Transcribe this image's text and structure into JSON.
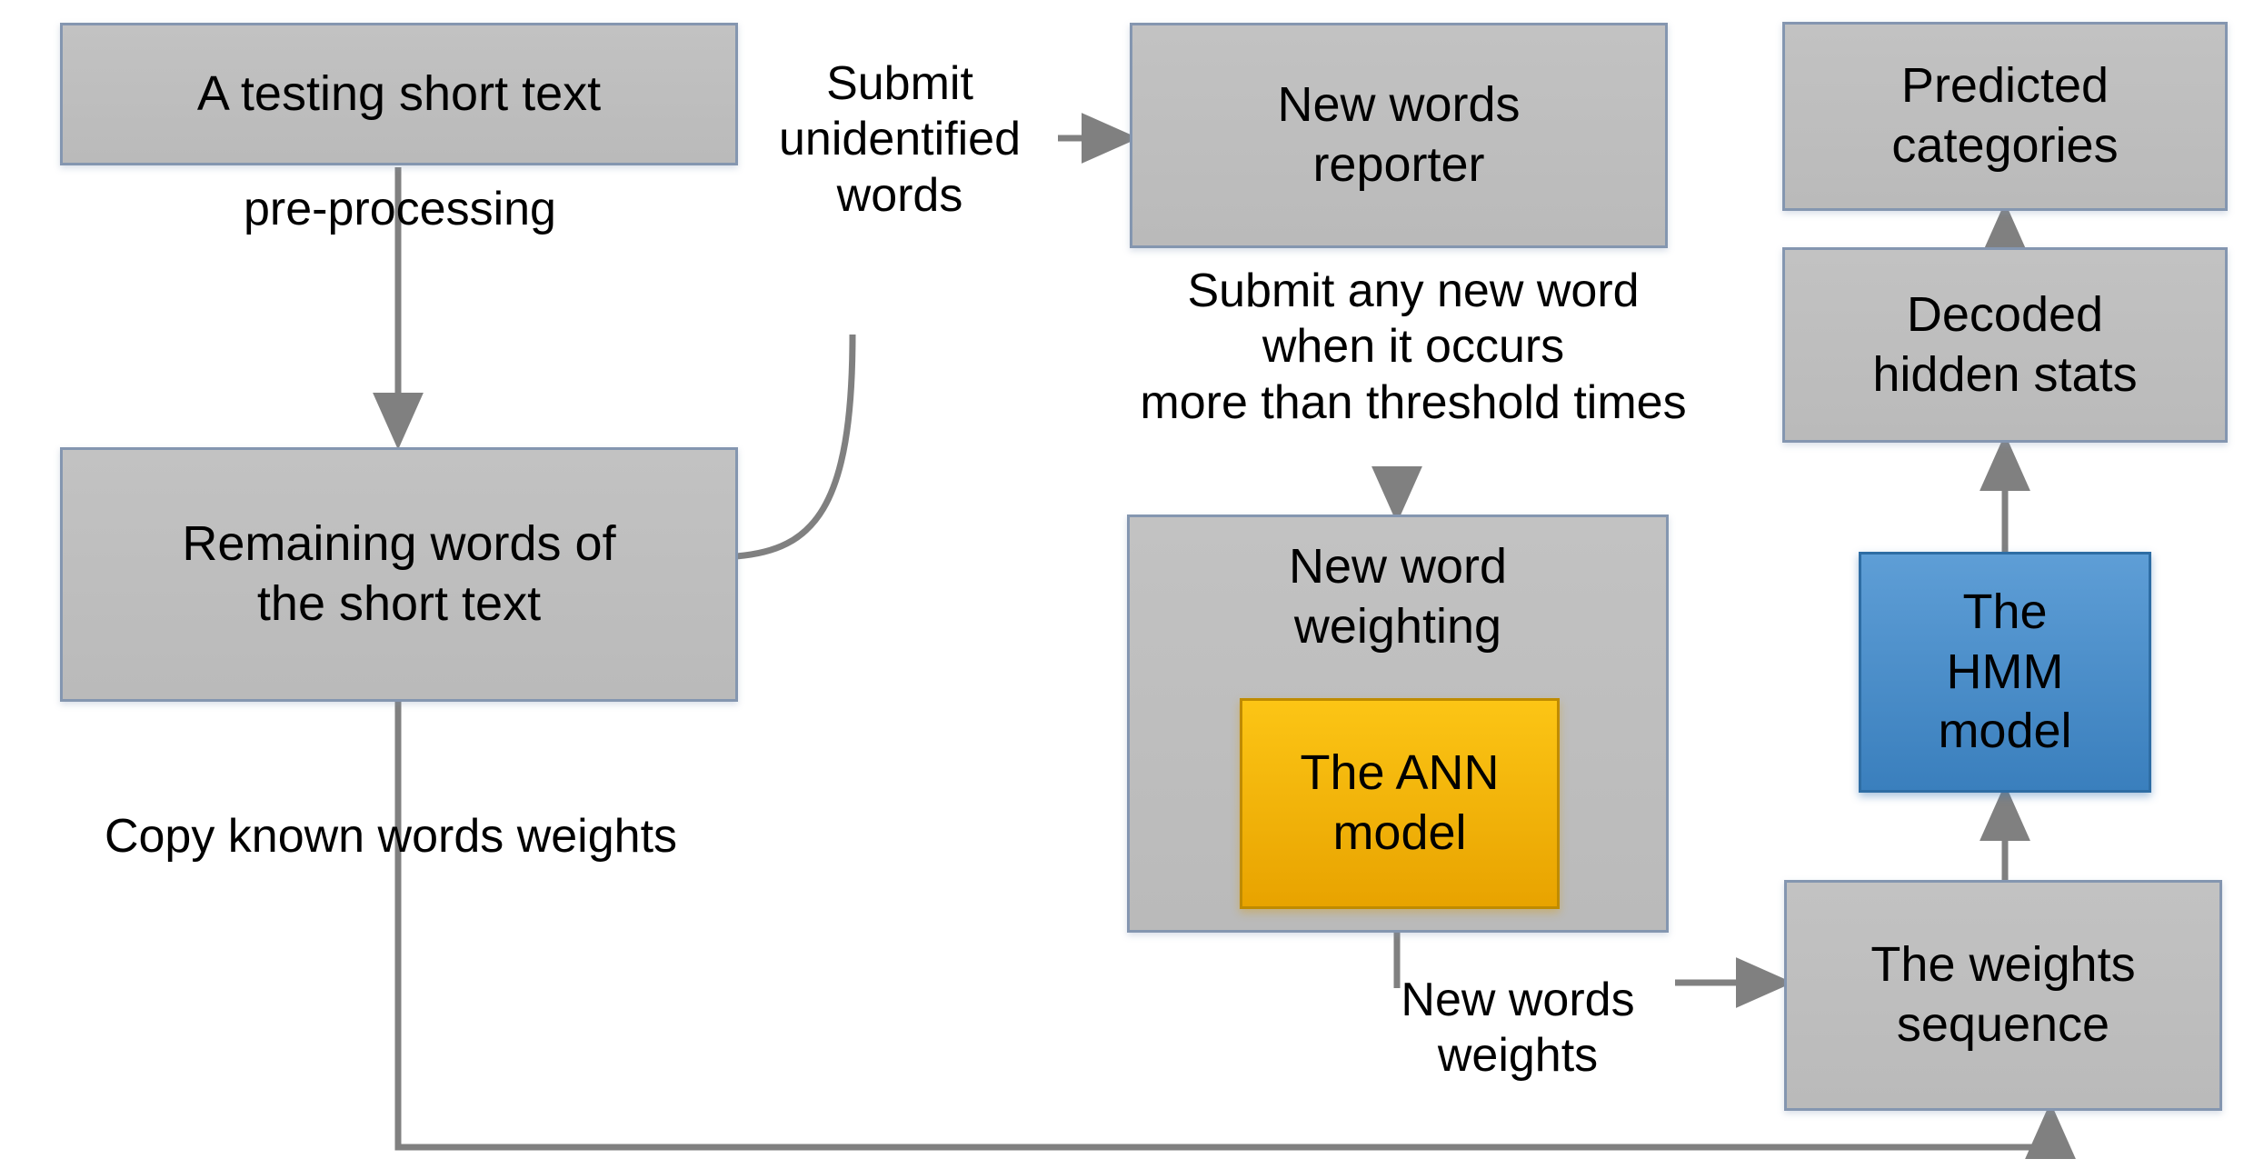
{
  "diagram": {
    "title": "Short text classification workflow with ANN weighting and HMM decoding",
    "colors": {
      "node_fill": "#bfbfbf",
      "node_border": "#8496b0",
      "hmm_fill": "#5e9ed6",
      "hmm_border": "#2e6da4",
      "ann_fill": "#fcc515",
      "ann_border": "#bf8b00",
      "connector": "#808080",
      "text": "#000000",
      "background": "#ffffff"
    },
    "nodes": [
      {
        "id": "testing-short-text",
        "label": "A testing short text",
        "style": "gray"
      },
      {
        "id": "remaining-words",
        "label": "Remaining words of\nthe short text",
        "style": "gray"
      },
      {
        "id": "new-words-reporter",
        "label": "New words\nreporter",
        "style": "gray"
      },
      {
        "id": "new-word-weighting",
        "label": "New word\nweighting",
        "style": "gray"
      },
      {
        "id": "ann-model",
        "label": "The ANN\nmodel",
        "style": "amber"
      },
      {
        "id": "predicted-categories",
        "label": "Predicted\ncategories",
        "style": "gray"
      },
      {
        "id": "decoded-hidden-stats",
        "label": "Decoded\nhidden stats",
        "style": "gray"
      },
      {
        "id": "hmm-model",
        "label": "The\nHMM\nmodel",
        "style": "blue"
      },
      {
        "id": "weights-sequence",
        "label": "The weights\nsequence",
        "style": "gray"
      }
    ],
    "edge_labels": [
      {
        "id": "pre-processing",
        "text": "pre-processing"
      },
      {
        "id": "submit-unidentified-words",
        "text": "Submit\nunidentified\nwords"
      },
      {
        "id": "submit-any-new-word",
        "text": "Submit any new word\nwhen it occurs\nmore than threshold times"
      },
      {
        "id": "copy-known-words-weights",
        "text": "Copy known words weights"
      },
      {
        "id": "new-words-weights",
        "text": "New words\nweights"
      }
    ],
    "edges": [
      {
        "from": "testing-short-text",
        "to": "remaining-words",
        "label": "pre-processing"
      },
      {
        "from": "remaining-words",
        "to": "new-words-reporter",
        "label": "Submit unidentified words"
      },
      {
        "from": "new-words-reporter",
        "to": "new-word-weighting",
        "label": "Submit any new word when it occurs more than threshold times"
      },
      {
        "from": "new-word-weighting",
        "to": "weights-sequence",
        "label": "New words weights"
      },
      {
        "from": "remaining-words",
        "to": "weights-sequence",
        "label": "Copy known words weights"
      },
      {
        "from": "weights-sequence",
        "to": "hmm-model",
        "label": ""
      },
      {
        "from": "hmm-model",
        "to": "decoded-hidden-stats",
        "label": ""
      },
      {
        "from": "decoded-hidden-stats",
        "to": "predicted-categories",
        "label": ""
      }
    ]
  }
}
